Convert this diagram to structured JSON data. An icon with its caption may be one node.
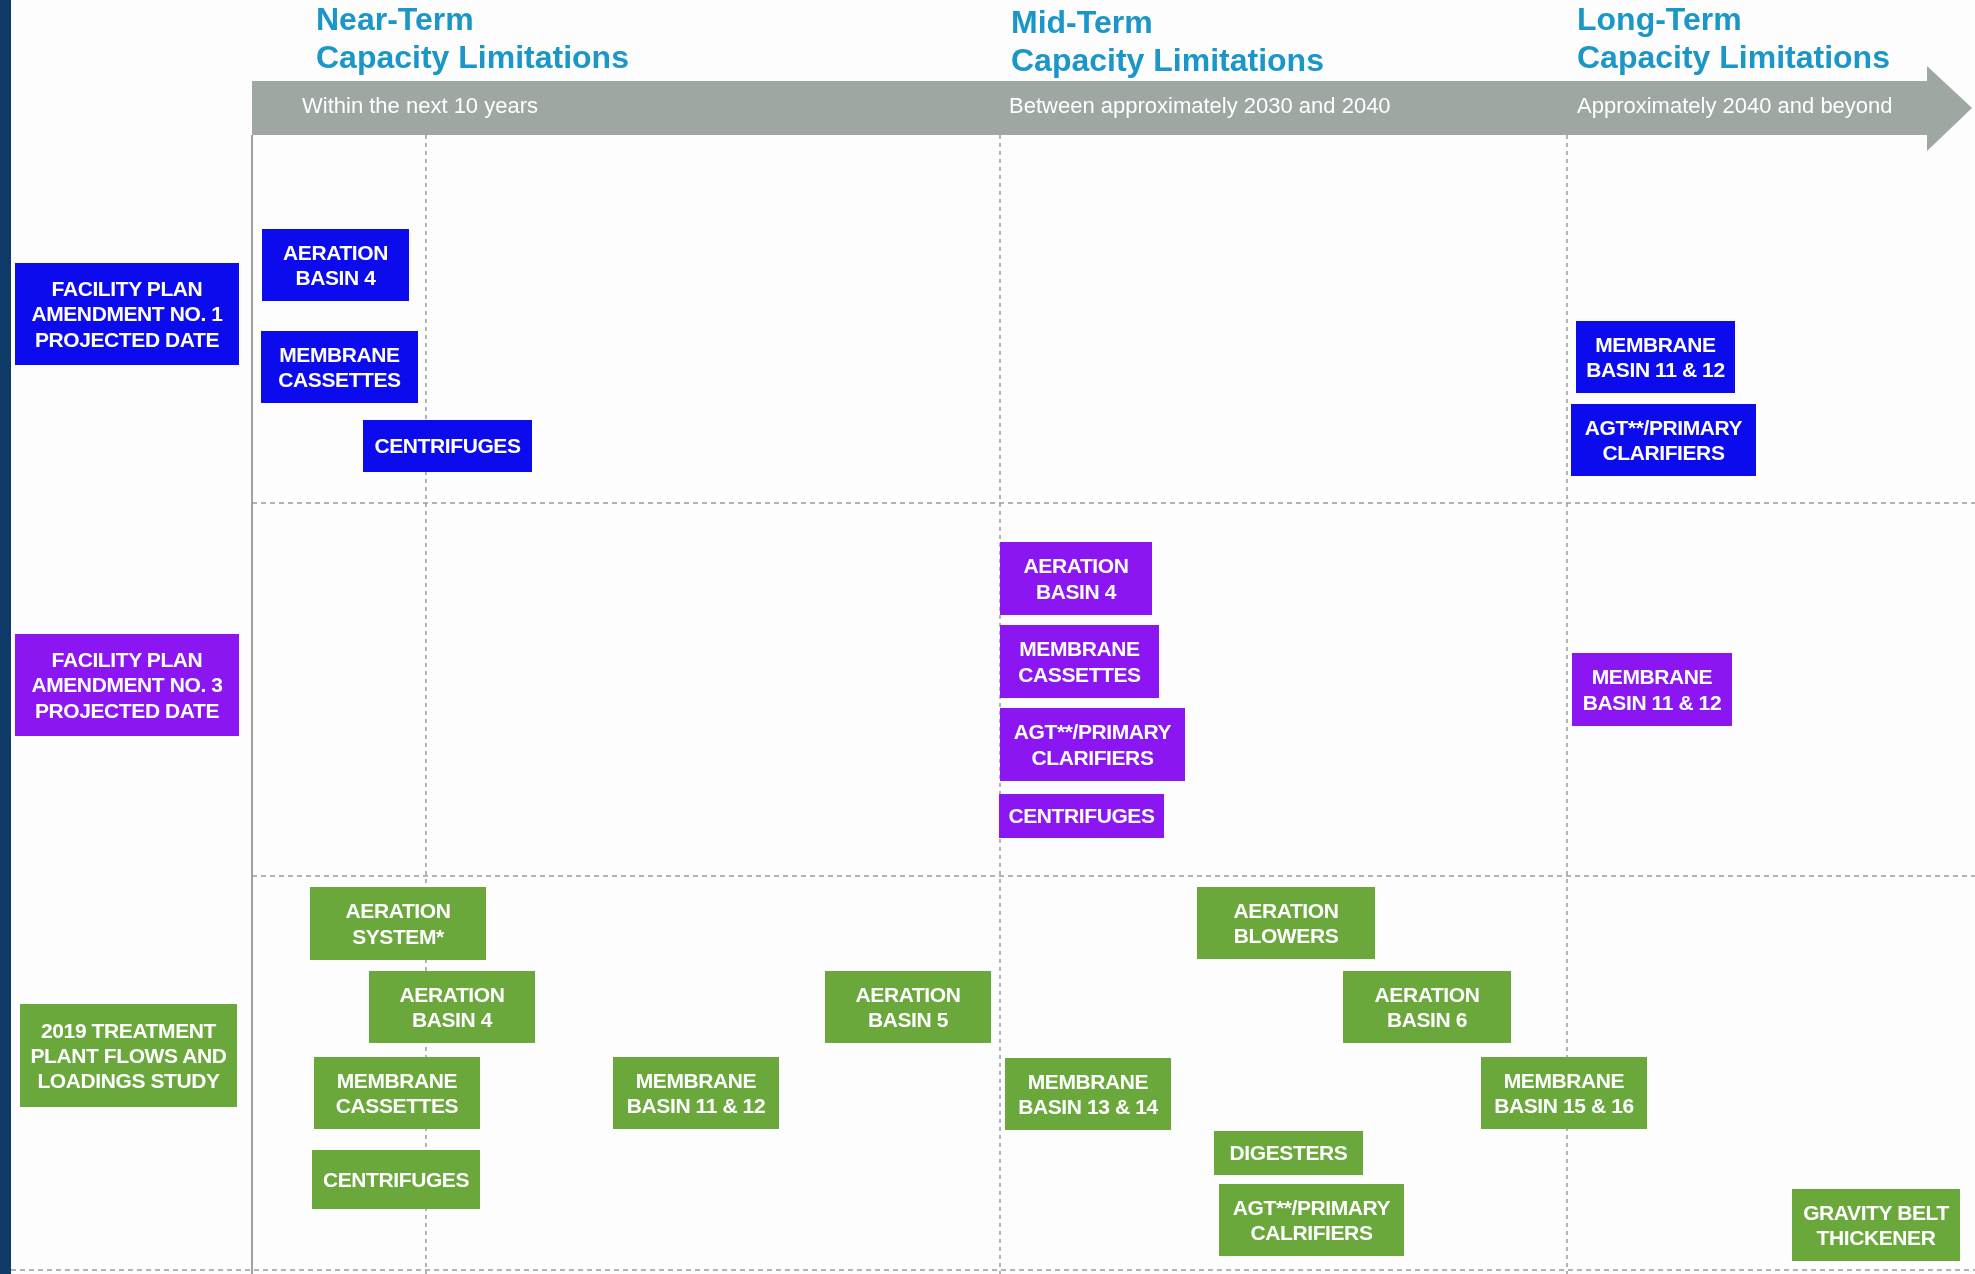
{
  "diagram": {
    "nodes": [
      {
        "text": [
          "FACILITY PLAN AMENDMENT NO. 1 PROJECTED DATE"
        ]
      },
      {
        "text": [
          "FACILITY PLAN AMENDMENT NO. 3 PROJECTED DATE"
        ]
      },
      {
        "text": [
          "2019 TREATMENT PLANT FLOWS AND LOADINGS STUDY"
        ]
      },
      {
        "text": [
          "AERATION BASIN 4"
        ]
      },
      {
        "text": [
          "MEMBRANE CASSETTES"
        ]
      },
      {
        "text": [
          "CENTRIFUGES"
        ]
      },
      {
        "text": [
          "MEMBRANE BASIN 11 & 12"
        ]
      },
      {
        "text": [
          "AGT**/PRIMARY CLARIFIERS"
        ]
      },
      {
        "text": [
          "AERATION BASIN 4"
        ]
      },
      {
        "text": [
          "MEMBRANE CASSETTES"
        ]
      },
      {
        "text": [
          "AGT**/PRIMARY CLARIFIERS"
        ]
      },
      {
        "text": [
          "CENTRIFUGES"
        ]
      },
      {
        "text": [
          "MEMBRANE BASIN 11 & 12"
        ]
      },
      {
        "text": [
          "AERATION SYSTEM*"
        ]
      },
      {
        "text": [
          "AERATION BASIN 4"
        ]
      },
      {
        "text": [
          "MEMBRANE CASSETTES"
        ]
      },
      {
        "text": [
          "CENTRIFUGES"
        ]
      },
      {
        "text": [
          "MEMBRANE BASIN 11 & 12"
        ]
      },
      {
        "text": [
          "AERATION BASIN 5"
        ]
      },
      {
        "text": [
          "AERATION BLOWERS"
        ]
      },
      {
        "text": [
          "AERATION BASIN 6"
        ]
      },
      {
        "text": [
          "MEMBRANE BASIN 13 & 14"
        ]
      },
      {
        "text": [
          "MEMBRANE BASIN 15 & 16"
        ]
      },
      {
        "text": [
          "DIGESTERS"
        ]
      },
      {
        "text": [
          "AGT**/PRIMARY CALRIFIERS"
        ]
      },
      {
        "text": [
          "GRAVITY BELT THICKENER"
        ]
      }
    ],
    "labels": [
      "Near-Term Capacity Limitations",
      "Mid-Term Capacity Limitations",
      "Long-Term Capacity Limitations",
      "Within the next 10 years",
      "Between approximately 2030 and 2040",
      "Approximately 2040 and beyond"
    ]
  }
}
